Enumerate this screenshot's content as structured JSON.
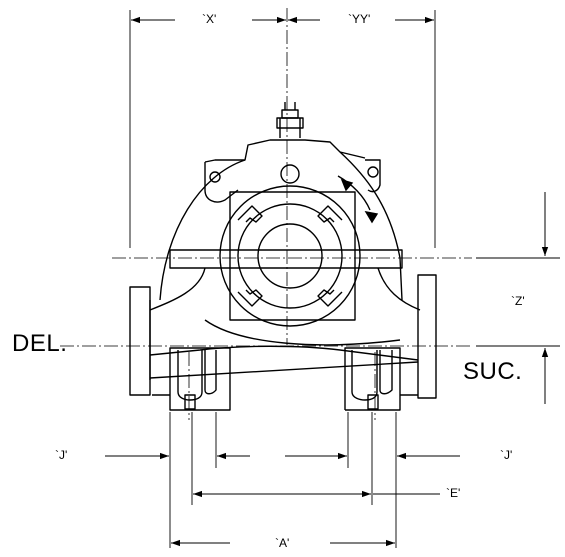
{
  "labels": {
    "x": "`X'",
    "yy": "`YY'",
    "z": "`Z'",
    "del": "DEL.",
    "suc": "SUC.",
    "j_left": "`J'",
    "j_right": "`J'",
    "e": "`E'",
    "a": "`A'"
  }
}
